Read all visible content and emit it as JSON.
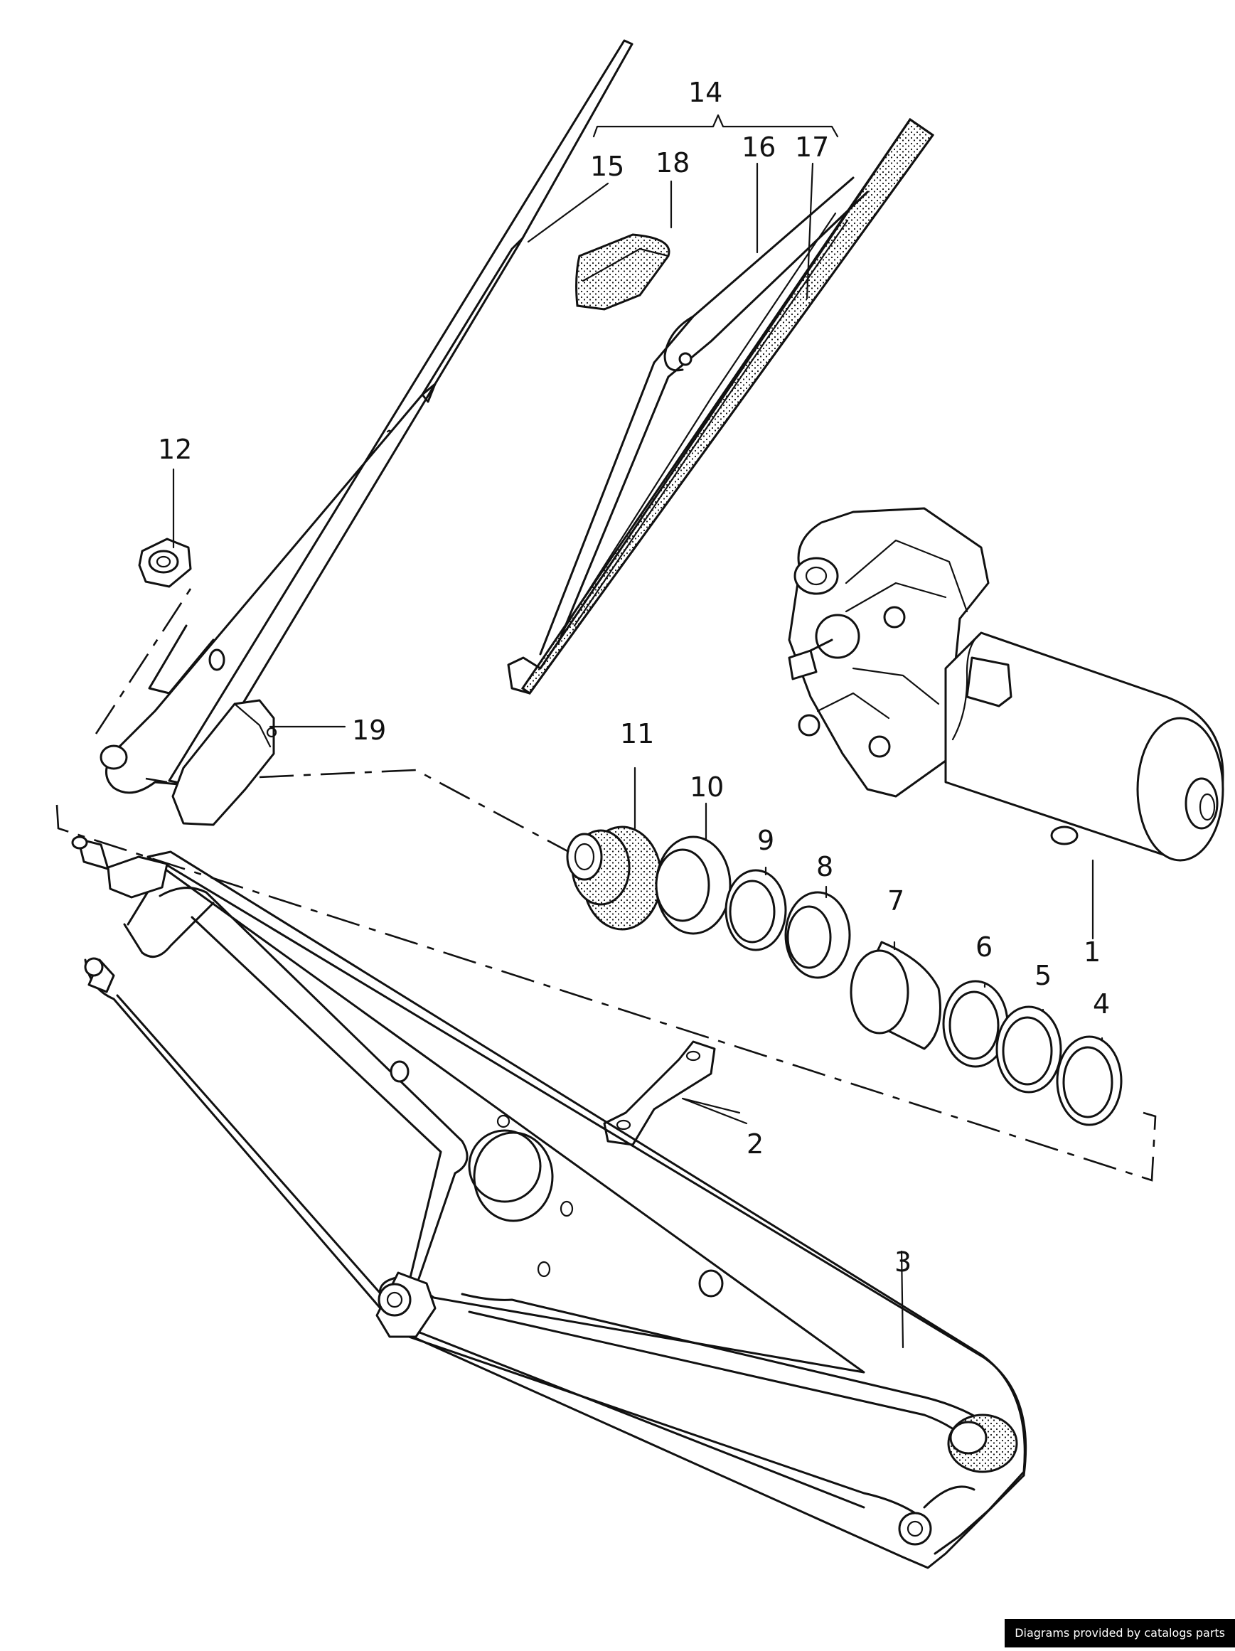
{
  "callouts": {
    "c1": "1",
    "c2": "2",
    "c3": "3",
    "c4": "4",
    "c5": "5",
    "c6": "6",
    "c7": "7",
    "c8": "8",
    "c9": "9",
    "c10": "10",
    "c11": "11",
    "c12": "12",
    "c14": "14",
    "c15": "15",
    "c16": "16",
    "c17": "17",
    "c18": "18",
    "c19": "19"
  },
  "footer": {
    "credit": "Diagrams provided by catalogs parts"
  },
  "colors": {
    "ink": "#111111",
    "background": "#ffffff",
    "credit_bg": "#000000"
  }
}
